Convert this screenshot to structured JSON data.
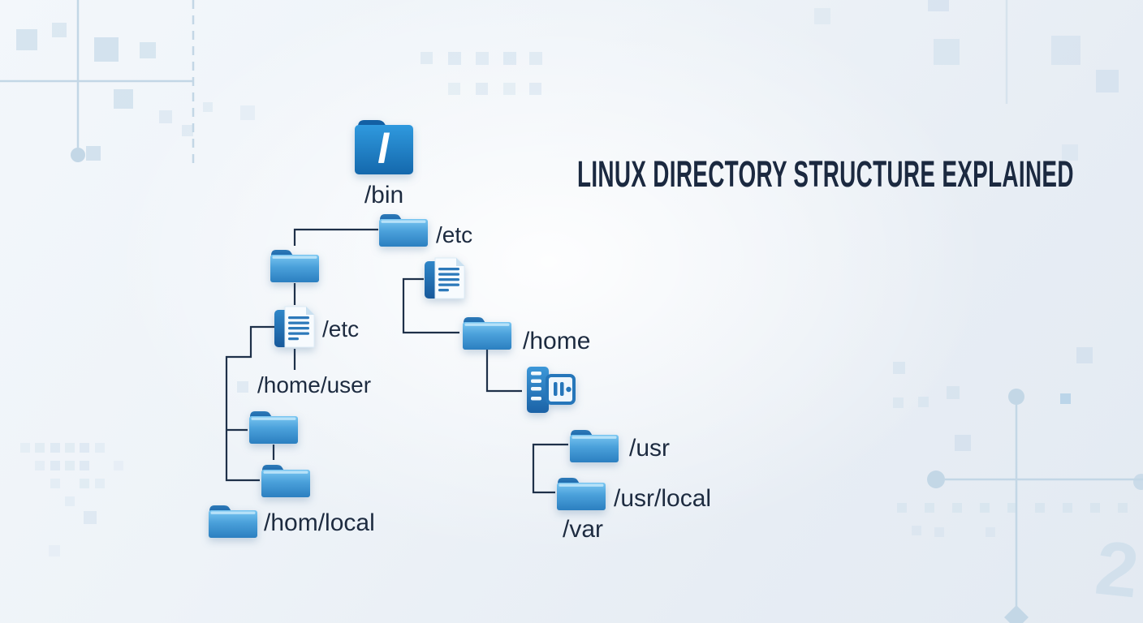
{
  "title": "LINUX DIRECTORY STRUCTURE EXPLAINED",
  "tree": {
    "root": {
      "glyph": "/",
      "label": "/bin"
    },
    "labels": {
      "etc_top": "/etc",
      "etc_doc": "/etc",
      "home_user": "/home/user",
      "hom_local": "/hom/local",
      "home": "/home",
      "usr": "/usr",
      "usr_local": "/usr/local",
      "var": "/var"
    }
  },
  "icons": {
    "root": "root-folder-icon",
    "folder": "folder-icon",
    "document": "document-icon",
    "server": "server-icon"
  },
  "colors": {
    "folder_blue_light": "#79c6f1",
    "folder_blue_dark": "#2b7fc0",
    "folder_flap": "#2573b3",
    "root_folder_top": "#2f99de",
    "root_folder_bottom": "#1468ac",
    "connector": "#1e3049",
    "title_text": "#1b2940",
    "label_text": "#1d2b40",
    "decor_square": "#b9d2e4",
    "circuit_line": "#c3d7e6"
  },
  "decor": {
    "watermark": "2"
  }
}
